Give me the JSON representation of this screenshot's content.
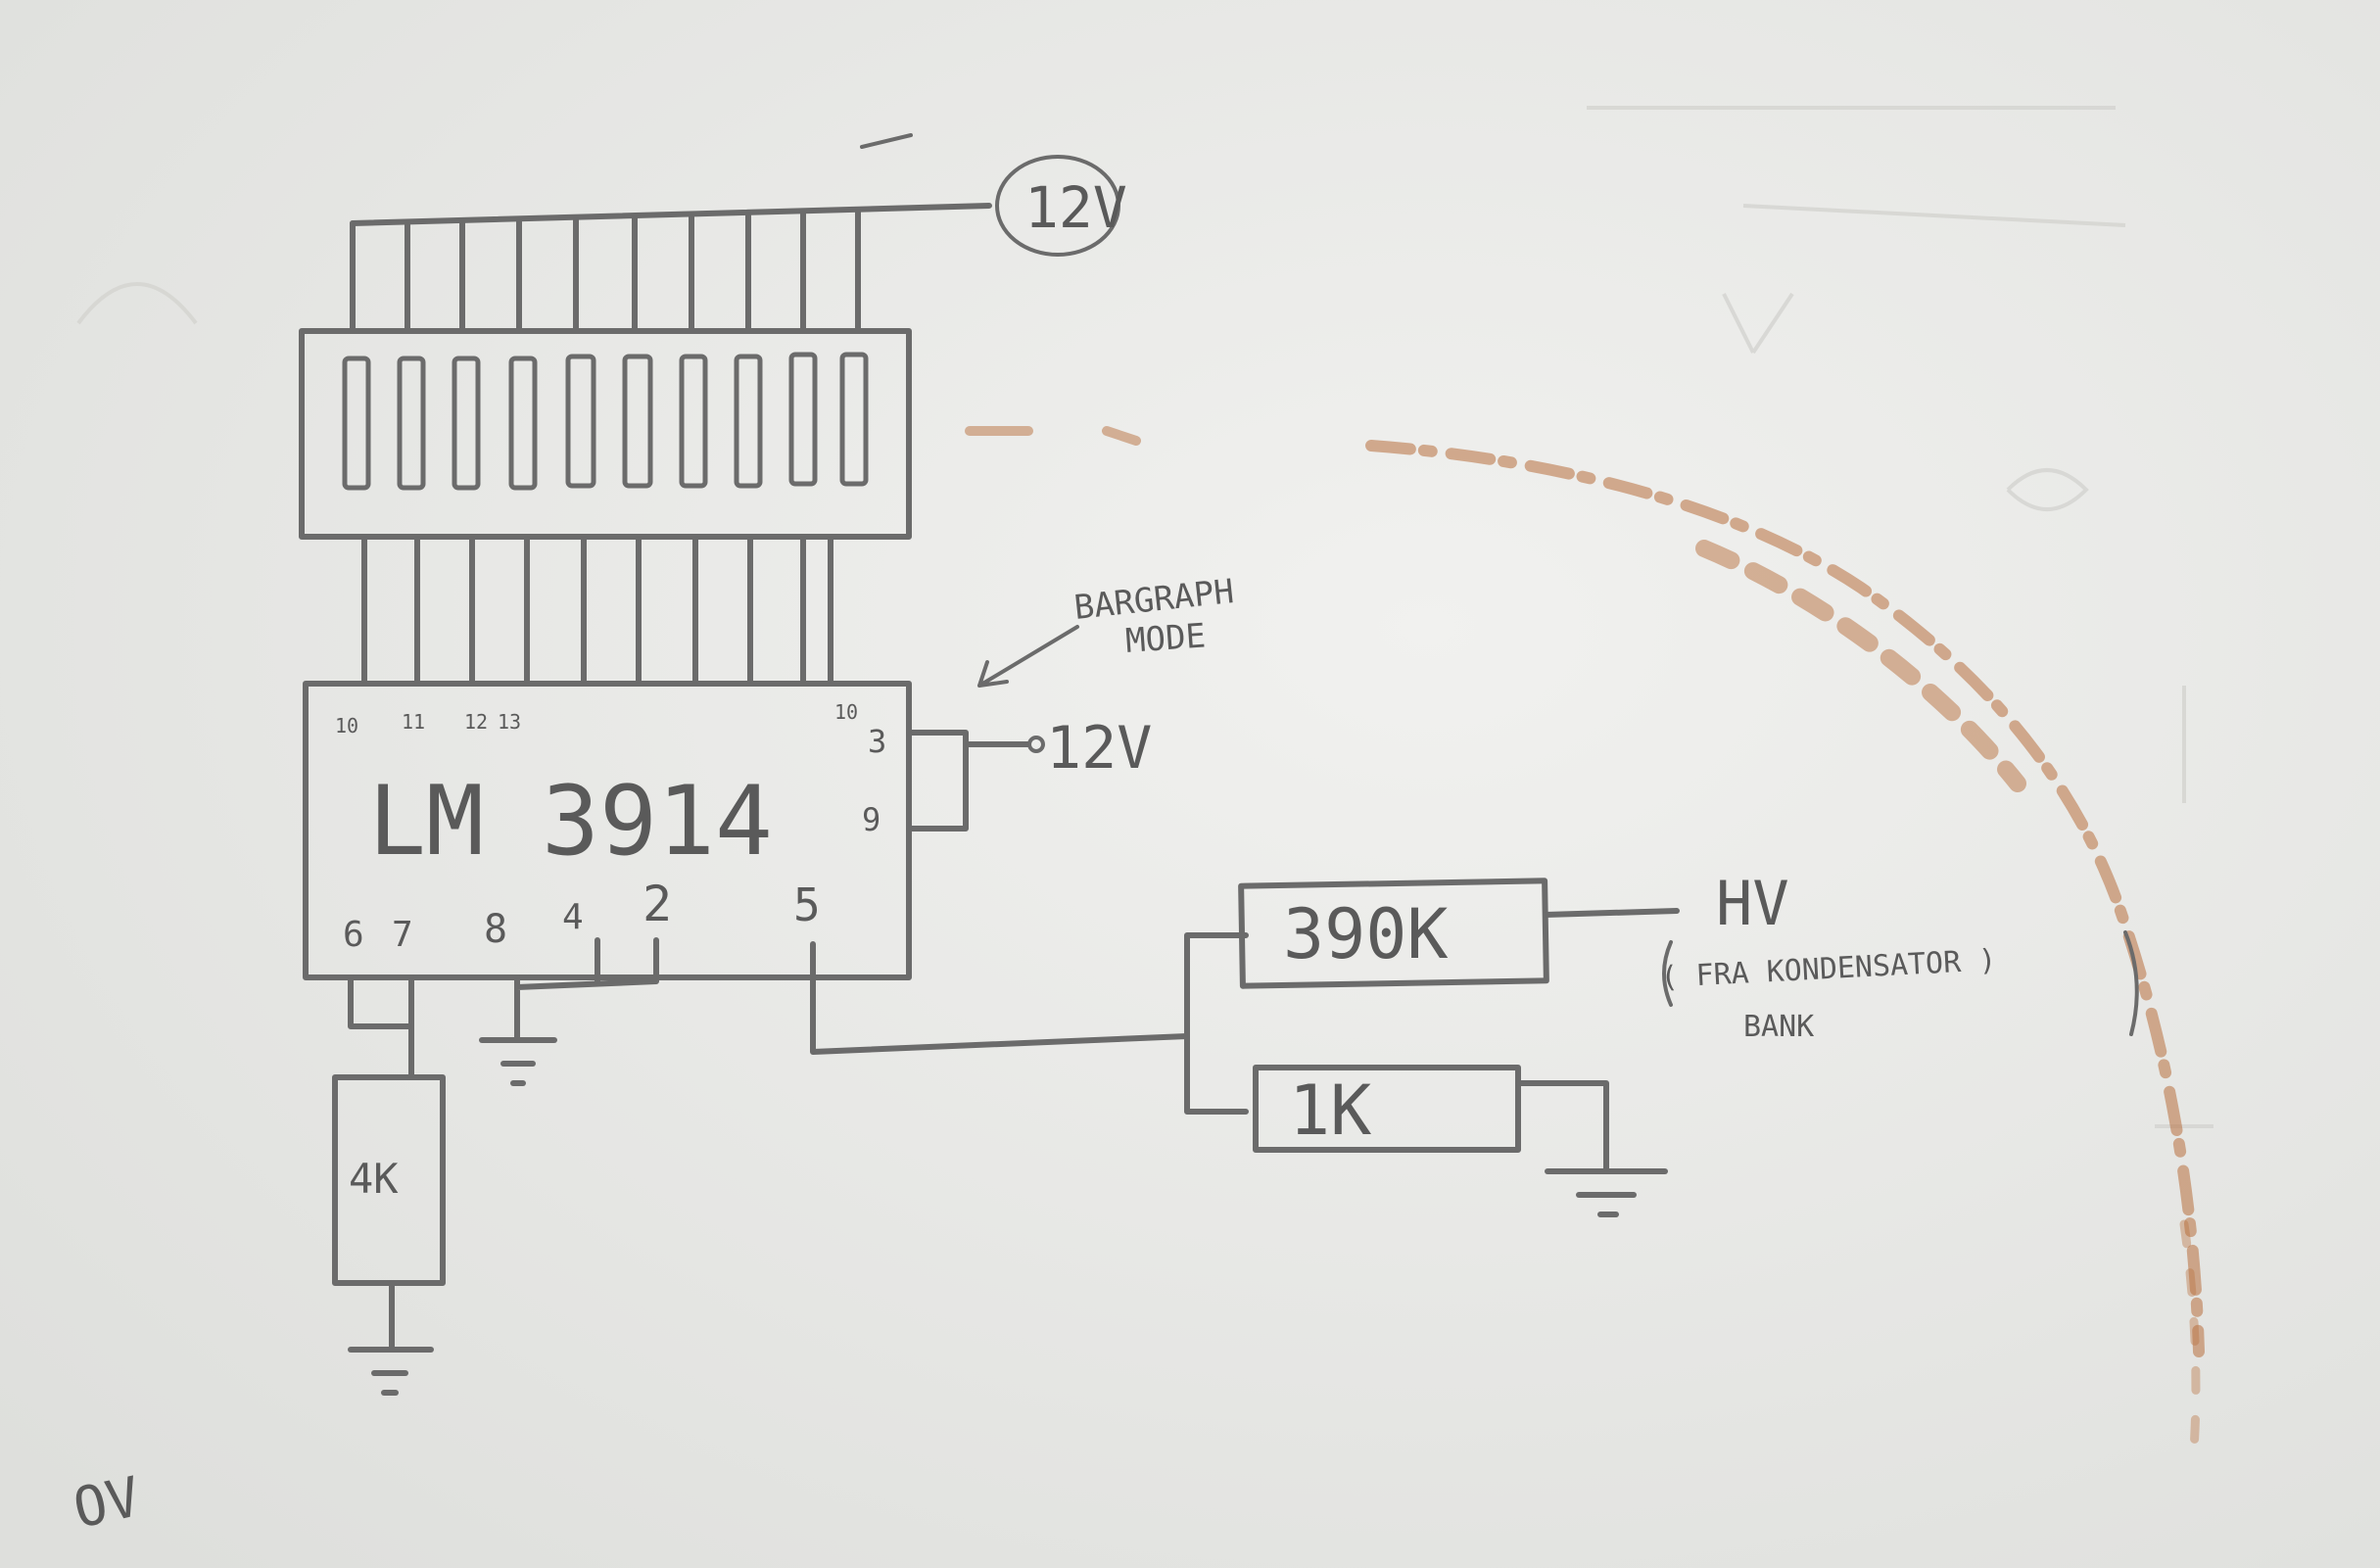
{
  "chip": {
    "name": "LM 3914",
    "pins_top_left": [
      "10",
      "11",
      "12",
      "13"
    ],
    "pin_top_right": "10",
    "pin_ref": "3",
    "pin_mode": "9",
    "pin_signal": "5",
    "pins_bottom": [
      "6",
      "7",
      "8",
      "4",
      "2"
    ]
  },
  "supply_top": "12V",
  "supply_mode": "12V",
  "mode_note": [
    "BARGRAPH",
    "MODE"
  ],
  "resistors": {
    "r_set": "4K",
    "r_top": "390K",
    "r_bottom": "1K"
  },
  "hv_label": "HV",
  "hv_note": [
    "( FRA KONDENSATOR )",
    "BANK"
  ],
  "corner_scribble": "OV",
  "colors": {
    "paper": "#e9e9e7",
    "pencil": "#6b6b6b",
    "rust": "#b8703e"
  }
}
